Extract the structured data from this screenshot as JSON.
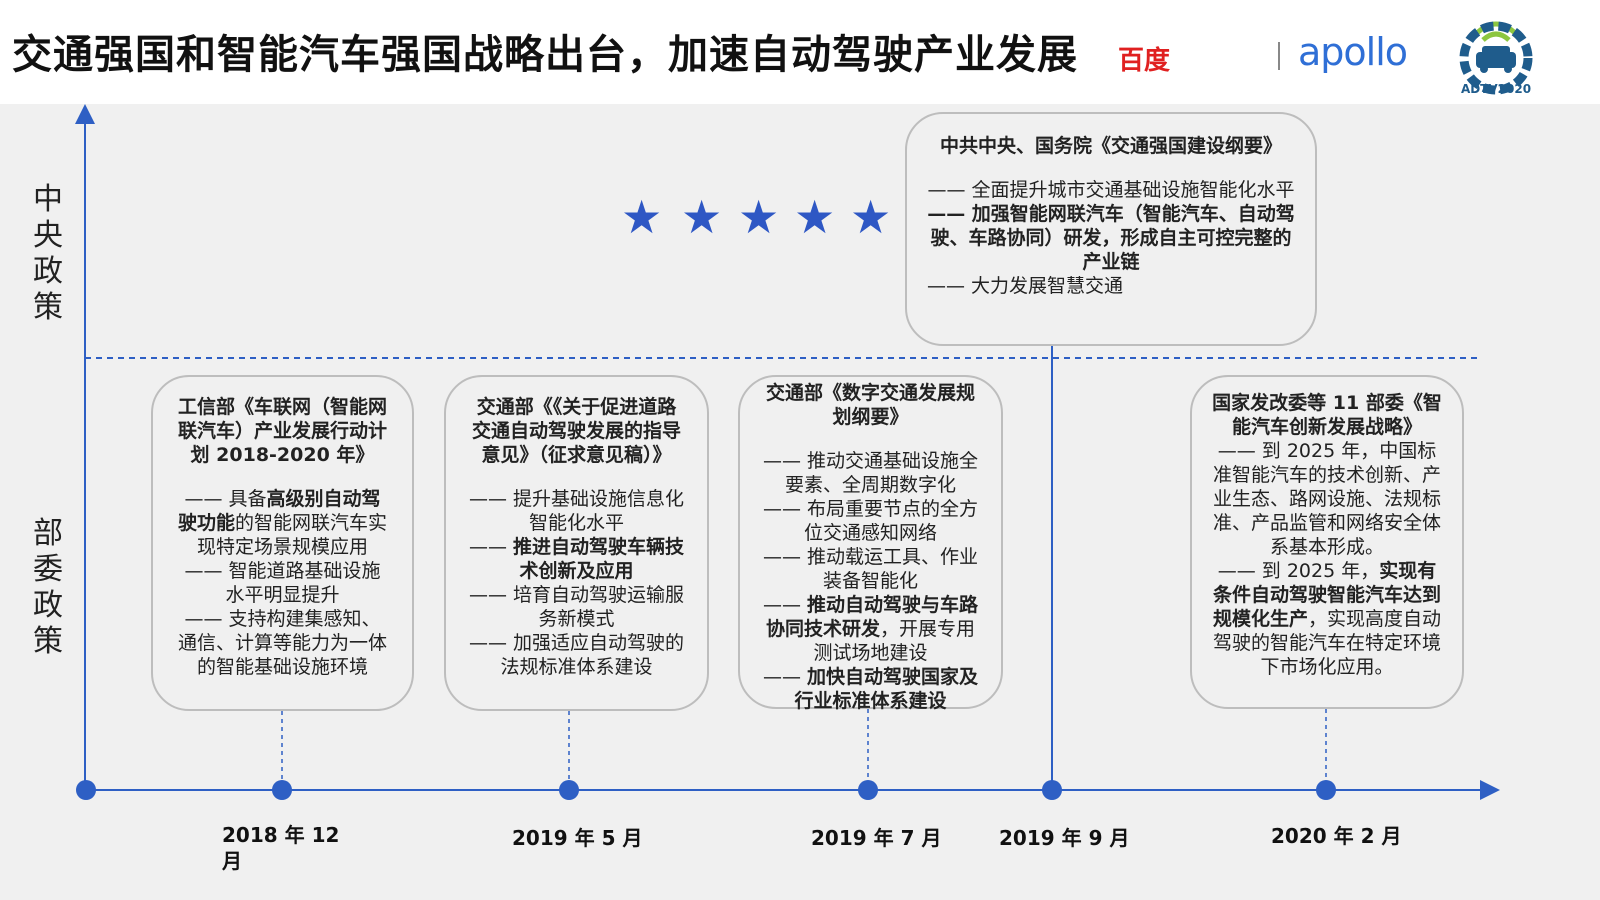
{
  "header": {
    "title": "交通强国和智能汽车强国战略出台，加速自动驾驶产业发展",
    "logo_baidu": "百度",
    "logo_apollo": "apollo",
    "logo_adtv": "ADTV2020"
  },
  "side_labels": {
    "central": "中央政策",
    "ministry": "部委政策"
  },
  "timeline": {
    "dates": [
      "2018 年 12 月",
      "2019 年 5 月",
      "2019 年 7 月",
      "2019 年 9 月",
      "2020 年 2 月"
    ]
  },
  "central_box": {
    "title": "中共中央、国务院《交通强国建设纲要》",
    "lines": [
      {
        "text": "—— 全面提升城市交通基础设施智能化水平",
        "bold": false
      },
      {
        "text": "—— 加强智能网联汽车（智能汽车、自动驾驶、车路协同）研发，形成自主可控完整的产业链",
        "bold": true
      },
      {
        "text": "—— 大力发展智慧交通",
        "bold": false
      }
    ]
  },
  "boxes": [
    {
      "title": "工信部《车联网（智能网联汽车）产业发展行动计划 2018-2020 年》",
      "lines": [
        {
          "pre": "—— 具备",
          "b": "高级别自动驾驶功能",
          "post": "的智能网联汽车实现特定场景规模应用"
        },
        {
          "pre": "—— 智能道路基础设施水平明显提升",
          "b": "",
          "post": ""
        },
        {
          "pre": "—— 支持构建集感知、通信、计算等能力为一体的智能基础设施环境",
          "b": "",
          "post": ""
        }
      ]
    },
    {
      "title": "交通部《《关于促进道路交通自动驾驶发展的指导意见》（征求意见稿）》",
      "lines": [
        {
          "pre": "—— 提升基础设施信息化智能化水平",
          "b": "",
          "post": ""
        },
        {
          "pre": "—— ",
          "b": "推进自动驾驶车辆技术创新及应用",
          "post": ""
        },
        {
          "pre": "—— 培育自动驾驶运输服务新模式",
          "b": "",
          "post": ""
        },
        {
          "pre": "—— 加强适应自动驾驶的法规标准体系建设",
          "b": "",
          "post": ""
        }
      ]
    },
    {
      "title": "交通部《数字交通发展规划纲要》",
      "lines": [
        {
          "pre": "—— 推动交通基础设施全要素、全周期数字化",
          "b": "",
          "post": ""
        },
        {
          "pre": "—— 布局重要节点的全方位交通感知网络",
          "b": "",
          "post": ""
        },
        {
          "pre": "—— 推动载运工具、作业装备智能化",
          "b": "",
          "post": ""
        },
        {
          "pre": "—— ",
          "b": "推动自动驾驶与车路协同技术研发",
          "post": "，开展专用测试场地建设"
        },
        {
          "pre": "—— ",
          "b": "加快自动驾驶国家及行业标准体系建设",
          "post": ""
        }
      ]
    },
    {
      "title": "国家发改委等 11 部委《智能汽车创新发展战略》",
      "lines": [
        {
          "pre": "—— 到 2025 年，中国标准智能汽车的技术创新、产业生态、路网设施、法规标准、产品监管和网络安全体系基本形成。",
          "b": "",
          "post": ""
        },
        {
          "pre": "—— 到 2025 年，",
          "b": "实现有条件自动驾驶智能汽车达到规模化生产",
          "post": "，实现高度自动驾驶的智能汽车在特定环境下市场化应用。"
        }
      ]
    }
  ],
  "colors": {
    "axis": "#2e5fc4",
    "star": "#2e57c4",
    "panel_bg": "#f0f0f0",
    "box_border": "#bdbdbd"
  }
}
